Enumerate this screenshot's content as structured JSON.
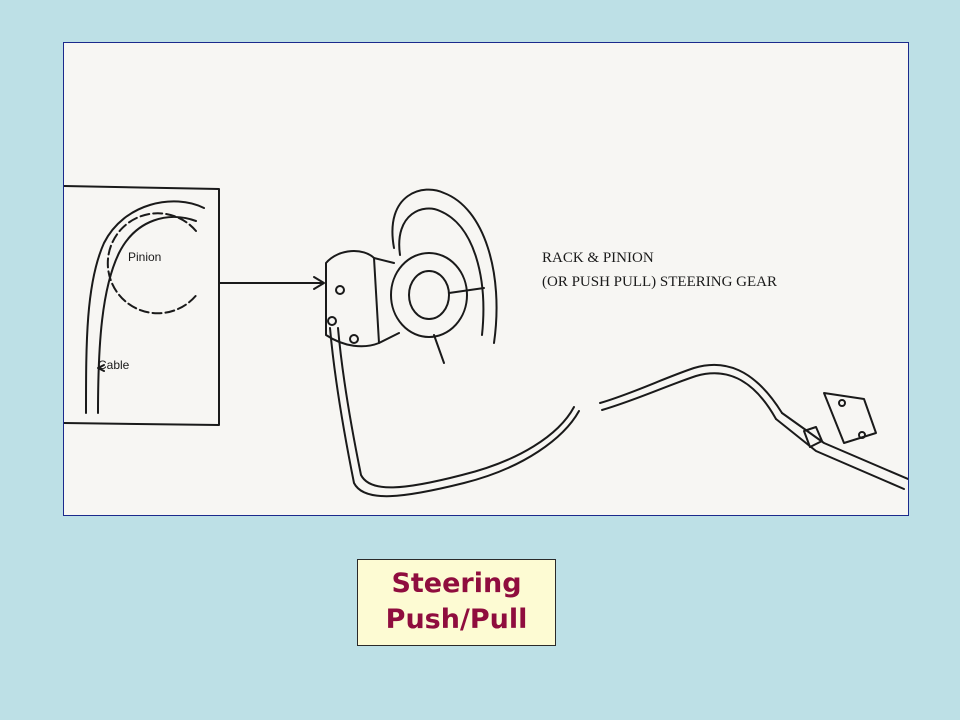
{
  "diagram": {
    "labels": {
      "pinion": "Pinion",
      "cable": "Cable",
      "gear_line1": "RACK & PINION",
      "gear_line2": "(OR PUSH PULL) STEERING GEAR"
    },
    "colors": {
      "background": "#bde0e6",
      "figure_border": "#1b2a8c",
      "figure_fill": "#f7f6f3",
      "ink": "#1a1a1a"
    }
  },
  "caption": {
    "line1": "Steering",
    "line2": "Push/Pull",
    "text_color": "#8f0d3e",
    "fill": "#fdfbd3"
  }
}
